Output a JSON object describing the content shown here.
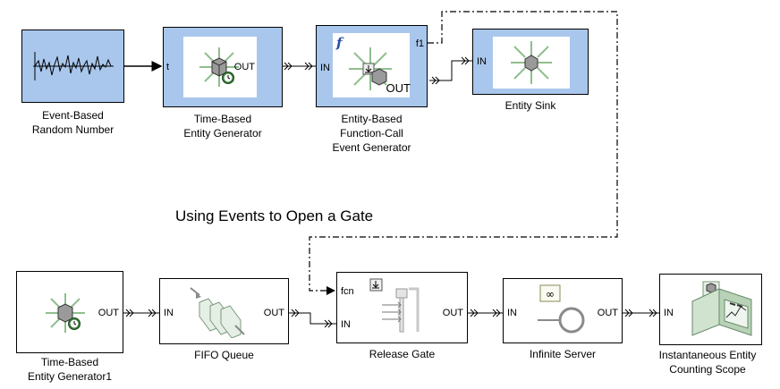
{
  "diagram_title": "Using Events to Open a Gate",
  "blocks": {
    "random_number": {
      "label_line1": "Event-Based",
      "label_line2": "Random Number"
    },
    "tb_generator": {
      "label_line1": "Time-Based",
      "label_line2": "Entity Generator",
      "port_in": "t",
      "port_out": "OUT"
    },
    "fc_generator": {
      "label_line1": "Entity-Based",
      "label_line2": "Function-Call",
      "label_line3": "Event Generator",
      "port_in": "IN",
      "port_f1": "f1",
      "port_out": "OUT",
      "symbol": "f"
    },
    "entity_sink": {
      "label": "Entity Sink",
      "port_in": "IN"
    },
    "tb_generator1": {
      "label_line1": "Time-Based",
      "label_line2": "Entity Generator1",
      "port_out": "OUT"
    },
    "fifo_queue": {
      "label": "FIFO Queue",
      "port_in": "IN",
      "port_out": "OUT"
    },
    "release_gate": {
      "label": "Release Gate",
      "port_fcn": "fcn",
      "port_in": "IN",
      "port_out": "OUT"
    },
    "infinite_server": {
      "label": "Infinite Server",
      "port_in": "IN",
      "port_out": "OUT"
    },
    "counting_scope": {
      "label_line1": "Instantaneous Entity",
      "label_line2": "Counting Scope",
      "port_in": "IN"
    }
  },
  "icons": [
    "noise-signal-icon",
    "entity-generator-icon",
    "clock-icon",
    "function-call-icon",
    "entity-sink-icon",
    "queue-icon",
    "gate-icon",
    "infinity-icon",
    "scope-icon"
  ],
  "colors": {
    "block_blue": "#a9c7ec",
    "line": "#000000"
  }
}
